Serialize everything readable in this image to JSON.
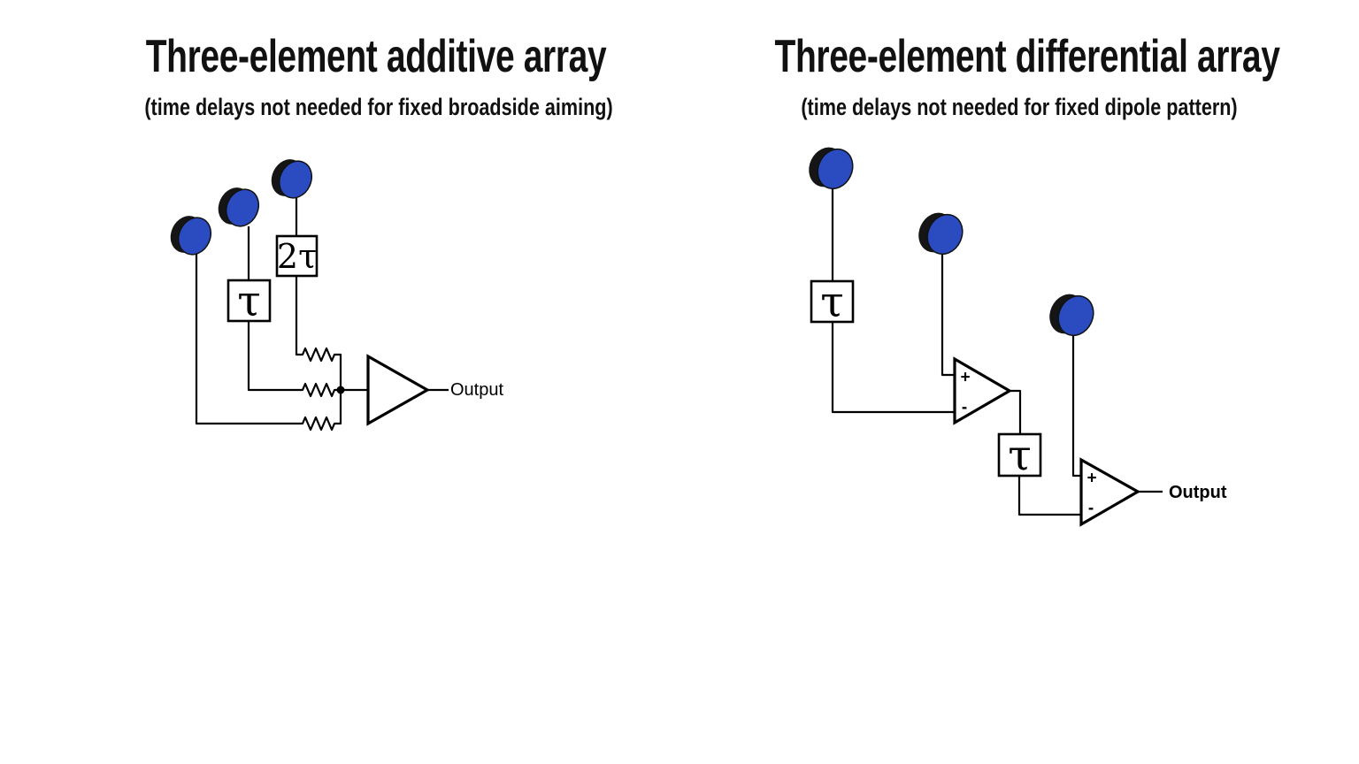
{
  "colors": {
    "mic_face": "#2a4cc0",
    "mic_rim": "#151515",
    "line": "#000000",
    "background": "#ffffff"
  },
  "left": {
    "title": "Three-element additive array",
    "subtitle": "(time delays not needed for fixed broadside aiming)",
    "delay_mic2": "τ",
    "delay_mic3": "2τ",
    "output_label": "Output"
  },
  "right": {
    "title": "Three-element differential array",
    "subtitle": "(time delays not needed for fixed dipole pattern)",
    "delay_mic1": "τ",
    "delay_stage2": "τ",
    "amp1": {
      "plus": "+",
      "minus": "-"
    },
    "amp2": {
      "plus": "+",
      "minus": "-"
    },
    "output_label": "Output"
  }
}
